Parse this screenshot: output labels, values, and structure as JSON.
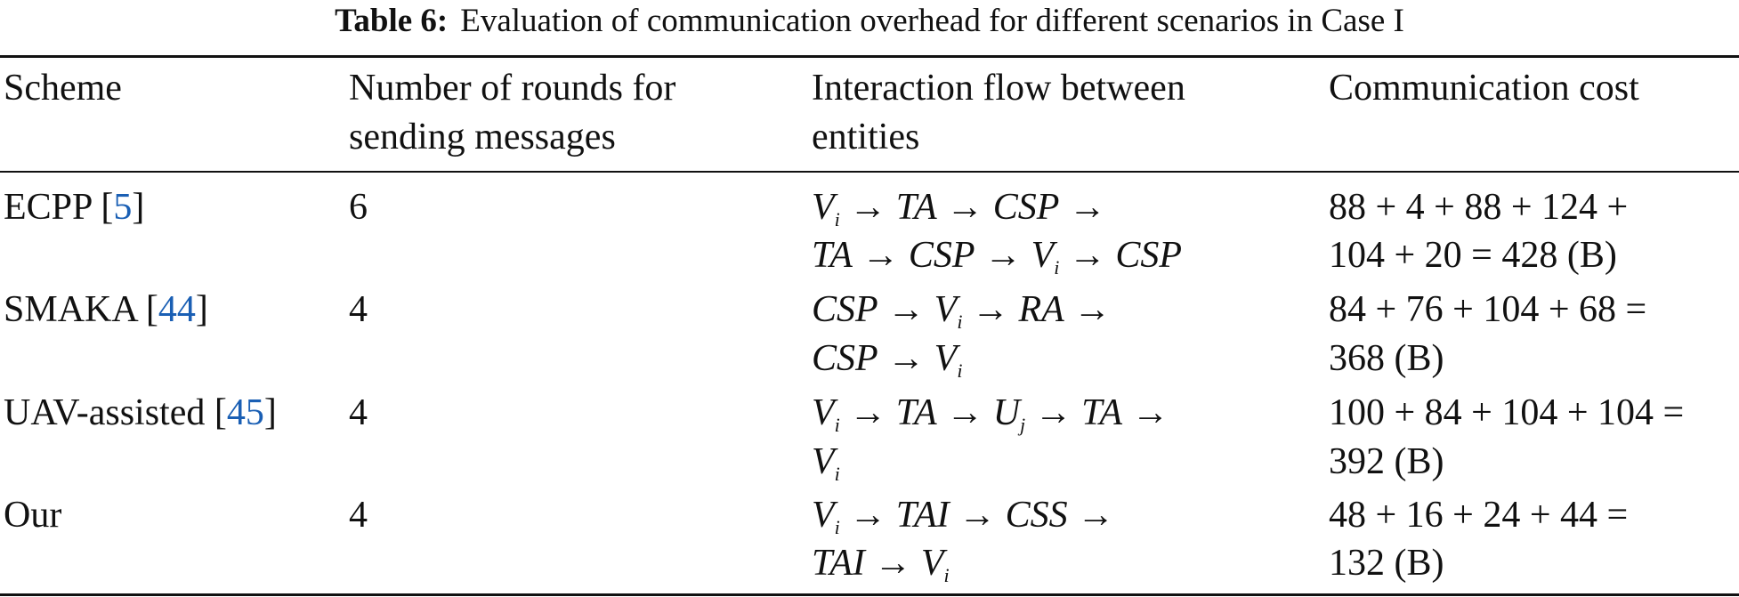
{
  "caption": {
    "label": "Table 6:",
    "text": "Evaluation of communication overhead for different scenarios in Case I"
  },
  "header": {
    "col1": "Scheme",
    "col2_line1": "Number of rounds for",
    "col2_line2": "sending messages",
    "col3_line1": "Interaction flow between",
    "col3_line2": "entities",
    "col4": "Communication cost"
  },
  "rows": [
    {
      "scheme": "ECPP [",
      "ref": "5",
      "close": "]",
      "rounds": "6",
      "flow_line1": "Vi → TA → CSP →",
      "flow_line2": "TA → CSP → Vi → CSP",
      "cost_line1": "88 + 4 + 88 + 124 +",
      "cost_line2": "104 + 20 = 428 (B)"
    },
    {
      "scheme": "SMAKA [",
      "ref": "44",
      "close": "]",
      "rounds": "4",
      "flow_line1": "CSP → Vi → RA →",
      "flow_line2": "CSP → Vi",
      "cost_line1": "84 + 76 + 104 + 68 =",
      "cost_line2": "368 (B)"
    },
    {
      "scheme": "UAV-assisted [",
      "ref": "45",
      "close": "]",
      "rounds": "4",
      "flow_line1": "Vi → TA → Uj → TA →",
      "flow_line2": "Vi",
      "cost_line1": "100 + 84 + 104 + 104 =",
      "cost_line2": "392 (B)"
    },
    {
      "scheme": "Our",
      "ref": "",
      "close": "",
      "rounds": "4",
      "flow_line1": "Vi → TAI → CSS →",
      "flow_line2": "TAI → Vi",
      "cost_line1": "48 + 16 + 24 + 44 =",
      "cost_line2": "132 (B)"
    }
  ]
}
